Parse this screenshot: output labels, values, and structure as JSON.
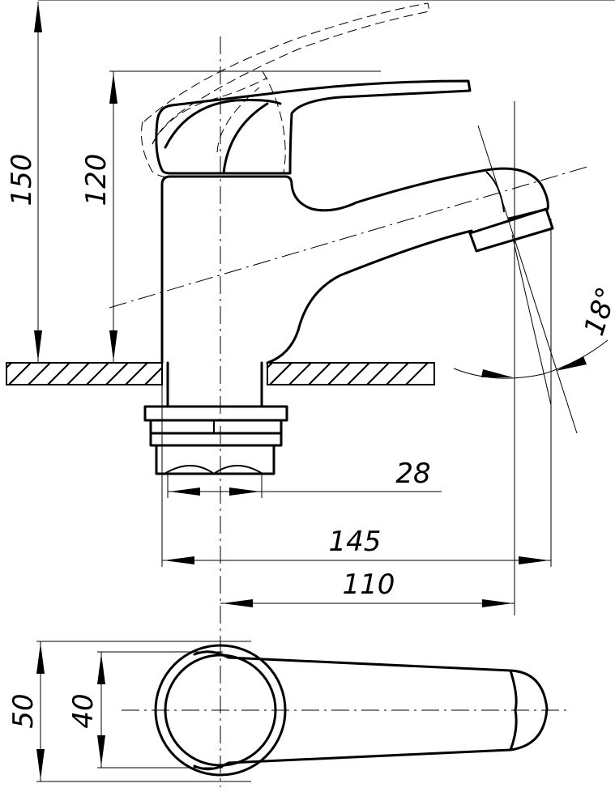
{
  "drawing": {
    "dimensions": {
      "height_overall": "150",
      "height_spout": "120",
      "thread_size": "28",
      "length_overall": "145",
      "reach": "110",
      "angle": "18°",
      "width_handle": "50",
      "width_body": "40"
    }
  }
}
